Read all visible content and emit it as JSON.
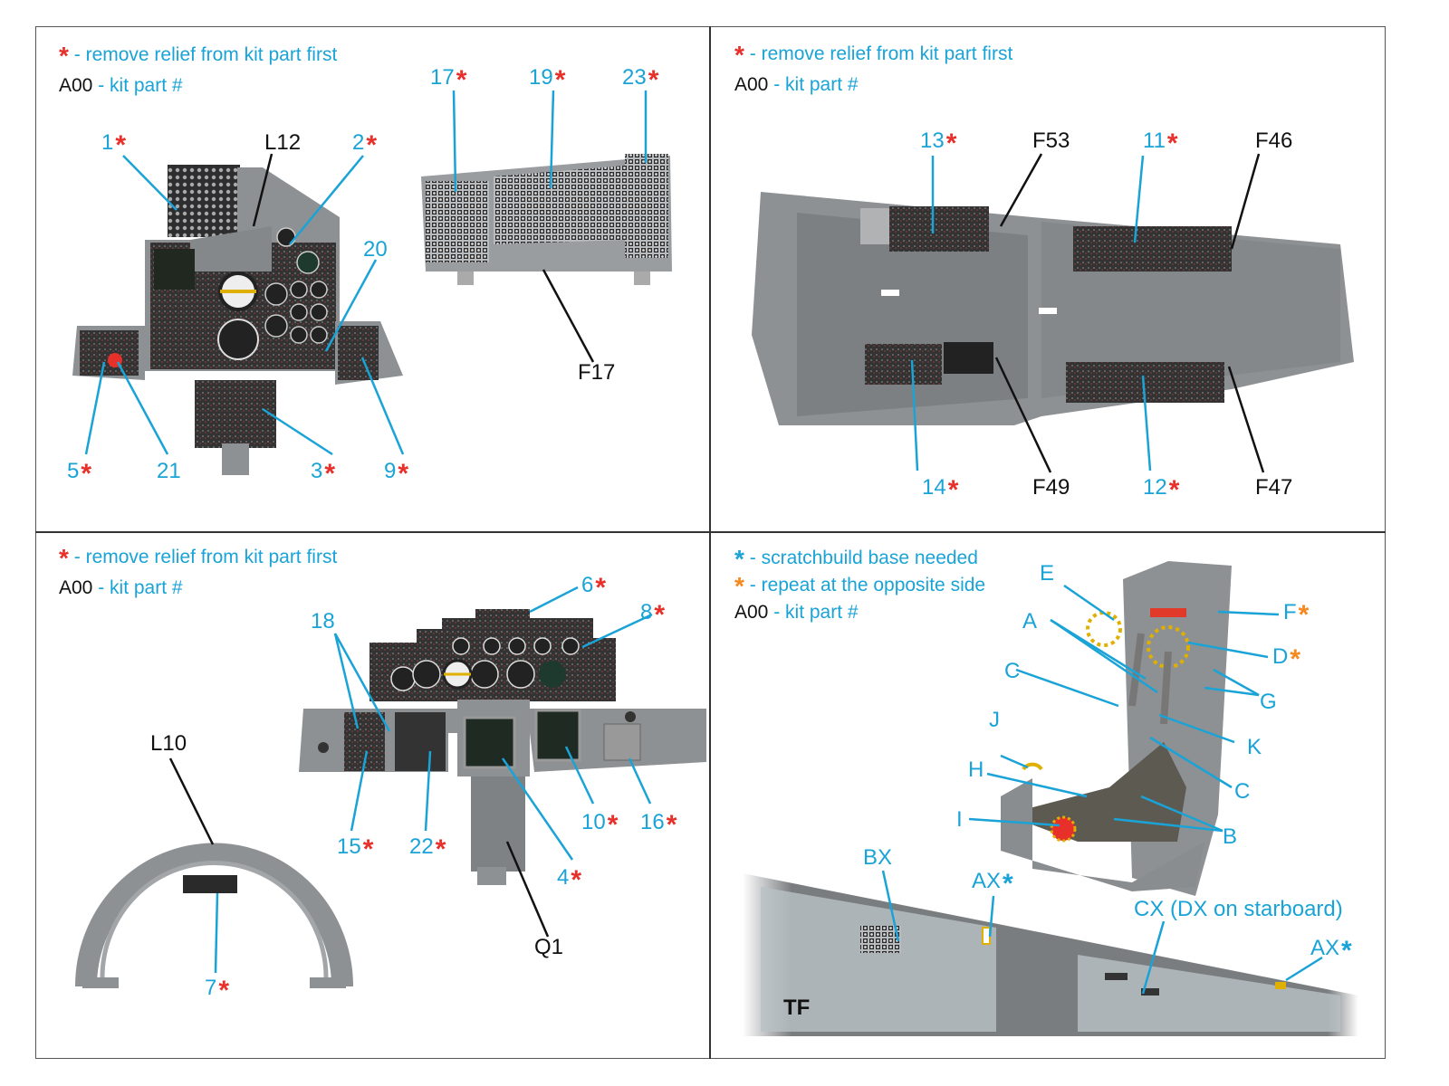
{
  "legend_text": {
    "remove_relief": "- remove relief from kit part first",
    "kit_part_code": "A00",
    "kit_part_desc": "- kit part #",
    "scratchbuild": "- scratchbuild base needed",
    "repeat_opposite": "- repeat at the opposite side",
    "star": "*"
  },
  "colors": {
    "decal_label": "#1aa3d6",
    "kit_label": "#111111",
    "remove_relief_star": "#e8302b",
    "scratchbuild_star": "#1aa3d6",
    "repeat_star": "#f5891f",
    "plastic_gray": "#8e9193",
    "panel_dark": "#2e2e30"
  },
  "panels": [
    {
      "name": "main-instrument-panel",
      "legend": [
        "remove_relief",
        "kit_part"
      ],
      "decal_labels": [
        {
          "text": "1",
          "star": "red"
        },
        {
          "text": "2",
          "star": "red"
        },
        {
          "text": "20",
          "star": ""
        },
        {
          "text": "5",
          "star": "red"
        },
        {
          "text": "21",
          "star": ""
        },
        {
          "text": "3",
          "star": "red"
        },
        {
          "text": "9",
          "star": "red"
        },
        {
          "text": "17",
          "star": "red"
        },
        {
          "text": "19",
          "star": "red"
        },
        {
          "text": "23",
          "star": "red"
        }
      ],
      "kit_labels": [
        "L12",
        "F17"
      ]
    },
    {
      "name": "side-consoles",
      "legend": [
        "remove_relief",
        "kit_part"
      ],
      "decal_labels": [
        {
          "text": "13",
          "star": "red"
        },
        {
          "text": "11",
          "star": "red"
        },
        {
          "text": "14",
          "star": "red"
        },
        {
          "text": "12",
          "star": "red"
        }
      ],
      "kit_labels": [
        "F53",
        "F46",
        "F49",
        "F47"
      ]
    },
    {
      "name": "rear-instrument-panel",
      "legend": [
        "remove_relief",
        "kit_part"
      ],
      "decal_labels": [
        {
          "text": "6",
          "star": "red"
        },
        {
          "text": "8",
          "star": "red"
        },
        {
          "text": "18",
          "star": ""
        },
        {
          "text": "15",
          "star": "red"
        },
        {
          "text": "22",
          "star": "red"
        },
        {
          "text": "10",
          "star": "red"
        },
        {
          "text": "16",
          "star": "red"
        },
        {
          "text": "4",
          "star": "red"
        },
        {
          "text": "7",
          "star": "red"
        }
      ],
      "kit_labels": [
        "L10",
        "Q1"
      ]
    },
    {
      "name": "ejection-seat-and-sidewalls",
      "legend": [
        "scratchbuild",
        "repeat_opposite",
        "kit_part"
      ],
      "decal_labels": [
        {
          "text": "E",
          "star": ""
        },
        {
          "text": "F",
          "star": "orange"
        },
        {
          "text": "A",
          "star": ""
        },
        {
          "text": "D",
          "star": "orange"
        },
        {
          "text": "C",
          "star": ""
        },
        {
          "text": "G",
          "star": ""
        },
        {
          "text": "J",
          "star": ""
        },
        {
          "text": "K",
          "star": ""
        },
        {
          "text": "H",
          "star": ""
        },
        {
          "text": "C",
          "star": ""
        },
        {
          "text": "I",
          "star": ""
        },
        {
          "text": "B",
          "star": ""
        },
        {
          "text": "BX",
          "star": ""
        },
        {
          "text": "AX",
          "star": "blue"
        },
        {
          "text": "CX (DX on starboard)",
          "star": ""
        },
        {
          "text": "AX",
          "star": "blue"
        }
      ],
      "kit_labels": [
        "TF"
      ]
    }
  ]
}
